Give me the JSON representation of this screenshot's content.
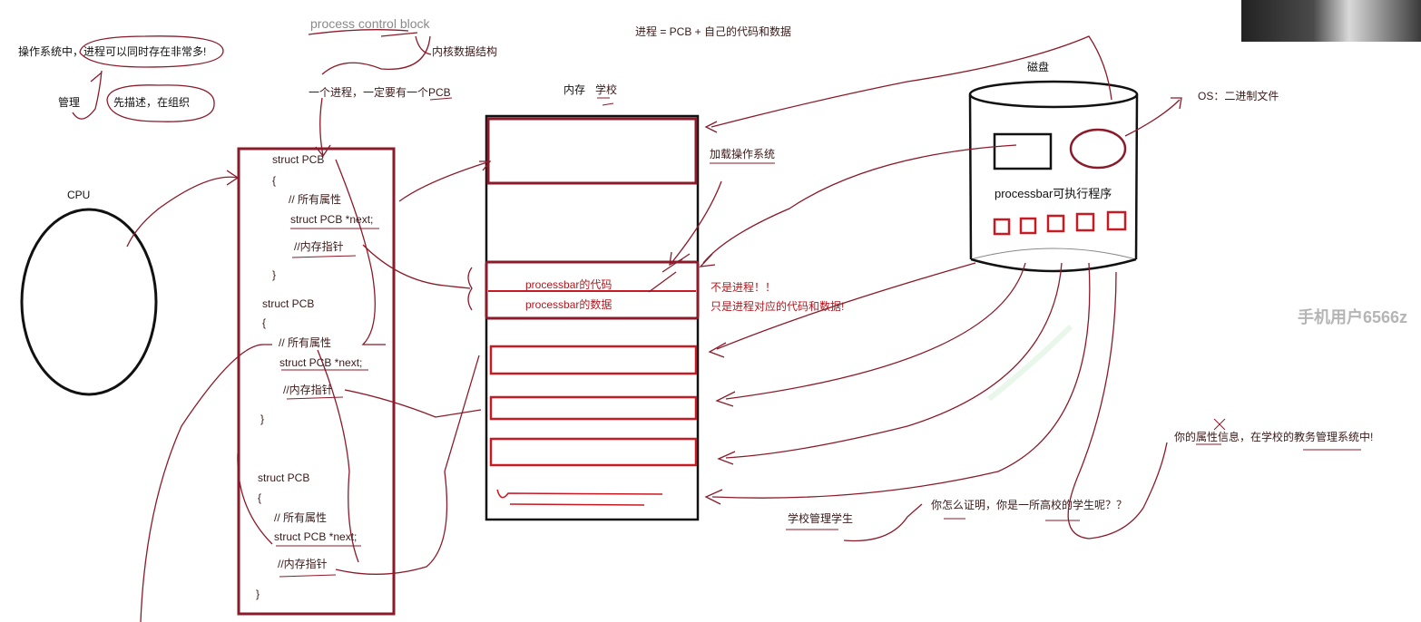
{
  "texts": {
    "pcb_en": "process control block",
    "kernel_ds": "内核数据结构",
    "os_many": "操作系统中，进程可以同时存在非常多!",
    "manage": "管理",
    "describe": "先描述，在组织",
    "one_proc": "一个进程，一定要有一个PCB",
    "memory": "内存",
    "school": "学校",
    "formula": "进程 = PCB + 自己的代码和数据",
    "disk": "磁盘",
    "os_binary": "OS：二进制文件",
    "exec": "processbar可执行程序",
    "load_os": "加载操作系统",
    "not_proc": "不是进程！！",
    "only_code": "只是进程对应的代码和数据!",
    "code": "processbar的代码",
    "data": "processbar的数据",
    "cpu": "CPU",
    "attr_info": "你的属性信息，在学校的教务管理系统中!",
    "prove": "你怎么证明，你是一所高校的学生呢？？",
    "school_mgmt": "学校管理学生",
    "watermark": "手机用户6566z"
  },
  "pcb_blocks": [
    {
      "header": "struct PCB",
      "open": "{",
      "attr": "// 所有属性",
      "next": "struct PCB *next;",
      "ptr": "//内存指针",
      "close": "}"
    },
    {
      "header": "struct PCB",
      "open": "{",
      "attr": "// 所有属性",
      "next": "struct PCB *next;",
      "ptr": "//内存指针",
      "close": "}"
    },
    {
      "header": "struct PCB",
      "open": "{",
      "attr": "// 所有属性",
      "next": "struct PCB *next;",
      "ptr": "//内存指针",
      "close": "}"
    }
  ],
  "colors": {
    "ink_red": "#b0181e",
    "dark_red": "#8b1a2a",
    "black": "#111111"
  }
}
